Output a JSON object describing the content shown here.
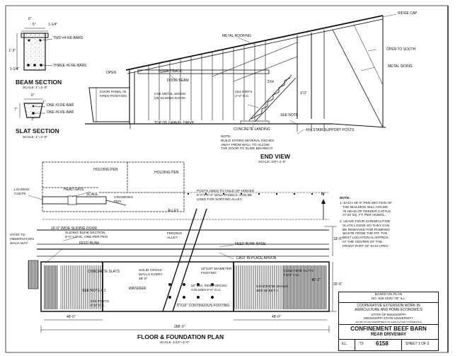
{
  "beam_section": {
    "title": "BEAM SECTION",
    "scale": "SCALE: 1\"=1'-0\"",
    "rebar_top": "TWO #4 RE-BARS",
    "rebar_bottom": "THREE #6 RE-BARS",
    "dims": [
      "6\"",
      "1-1/4\"",
      "5\"",
      "1'-3\"",
      "1-1/4\""
    ]
  },
  "slat_section": {
    "title": "SLAT SECTION",
    "scale": "SCALE: 1\"=1'-0\"",
    "rebar_top": "ONE #3 RE-BAR",
    "rebar_bottom": "ONE #6 RE-BAR",
    "dims": [
      "6\"",
      "7\"",
      "1\"",
      "3\""
    ]
  },
  "end_view": {
    "title": "END VIEW",
    "scale": "SCALE: 1/8\"=1'-0\"",
    "labels": {
      "ridge_cap": "RIDGE CAP",
      "metal_roofing": "METAL ROOFING",
      "open_to_south": "OPEN TO SOUTH",
      "metal_siding": "METAL SIDING",
      "open": "OPEN",
      "door_track": "DOOR TRACK",
      "door_beam": "DOOR BEAM",
      "girts": "2x4",
      "girts_spacing": "2x4 GIRTS\n2'-0\" O.C.",
      "stair_width": "3'-0\"",
      "door_panel": "DOOR PANEL IN\nOPEN POSITION",
      "use_metal_siding": "USE METAL SIDING\nON SLIDING DOOR",
      "see_note": "SEE NOTE",
      "top_gravel_drive": "TOP OF GRAVEL DRIVE",
      "concrete_landing": "CONCRETE LANDING",
      "stair_posts": "4x4 STAIR SUPPORT POSTS",
      "note": "NOTE:\nBUILD STAIRS SEVERAL INCHES\nAWAY FROM WALL TO ALLOW\nTHE DOOR TO SLIDE BEHIND IT."
    }
  },
  "floor_plan": {
    "title": "FLOOR & FOUNDATION PLAN",
    "scale": "SCALE: 1/16\"=1'-0\"",
    "north": "N",
    "labels": {
      "holding_pen_1": "HOLDING PEN",
      "holding_pen_2": "HOLDING PEN",
      "loading_chute": "LOADING\nCHUTE",
      "head_gate": "HEAD GATE",
      "scale": "SCALE",
      "crowding_pen": "CROWDING\nPEN",
      "posts_note": "POSTS USED TO HOLD UP HINGED\n8'-0\"x 6'-0\" WALL PANELS. CAN BE\nUSED FOR SORTING ALLEY.",
      "alley": "ALLEY",
      "stair_walkway": "STAIR TO\nOBSERVATION\nWALK-WAY",
      "sliding_door": "16'-0\" WIDE SLIDING DOOR",
      "bunk_section": "SLIDING BUNK SECTION\n8'-0\" LONG, ONE PER PEN",
      "feed_bunk": "FEED BUNK",
      "feeding_alley": "FEEDING\nALLEY",
      "feed_bunk_base": "FEED BUNK BASE",
      "apron": "CAST IN PLACE APRON",
      "concrete_slats_l": "CONCRETE SLATS",
      "solid_cross": "SOLID CROSS\nWALLS EVERY\n48'-0\"",
      "column_footing": "10\"x20\" DIAMETER\nFOOTING",
      "concrete_slats_r": "CONCRETE SLATS\n7-1/4\" O.C.",
      "see_note_2": "SEE NOTE # 2",
      "waterer": "WATERER",
      "columns": "10\" DIA. REINFORCED\nCOLUMN 8'-0\" O.C.",
      "concrete_beams": "CONCRETE BEAMS\nSEE SHEET 2",
      "posts_6x6": "6x6 POSTS\n8'-0\" O.C.",
      "continuous_footing": "8\"x16\" CONTINUOUS FOOTING",
      "dim_48_left": "48'-0\"",
      "dim_48_right": "48'-0\"",
      "dim_288": "288'-0\"",
      "dim_18": "18'-0\"",
      "dim_26": "26'-0\"",
      "dim_48_vert": "48'-0\""
    }
  },
  "notes": {
    "heading": "NOTE:",
    "items": [
      "1. EACH 48'-0\" PEN SECTION OF\n   THE BUILDING WILL HOUSE\n   75 HEAD OF FEEDER CATTLE\n   AT 20 SQ. FT. PER ANIMAL.",
      "2. LEAVE FOUR CONSECUTIVE\n   SLATS LOOSE SO THEY CAN\n   BE REMOVED FOR PUMPING\n   WASTE FROM THE PIT. THE\n   BEST LOCATION IS APPROX.\n   AT THE CENTER OF THE\n   FRONT PART OF EACH PEN."
    ]
  },
  "title_block": {
    "based_on": "BASED ON PLAN",
    "plan_no": "NO. 545 UNIV. OF ILL.",
    "service_1": "COOPERATIVE EXTENSION WORK IN",
    "service_2": "AGRICULTURE AND HOME ECONOMICS",
    "state_1": "STATE OF MISSISSIPPI",
    "state_2": "MISSISSIPPI STATE UNIVERSITY",
    "fine_print": "UNITED STATES DEPARTMENT OF AGRICULTURE COOPERATING",
    "drawing_title": "CONFINEMENT BEEF BARN",
    "drawing_subtitle": "REAR DRIVEWAY",
    "origin": "ILL.",
    "year": "'73",
    "number": "6158",
    "sheet": "SHEET 1 OF 3"
  }
}
